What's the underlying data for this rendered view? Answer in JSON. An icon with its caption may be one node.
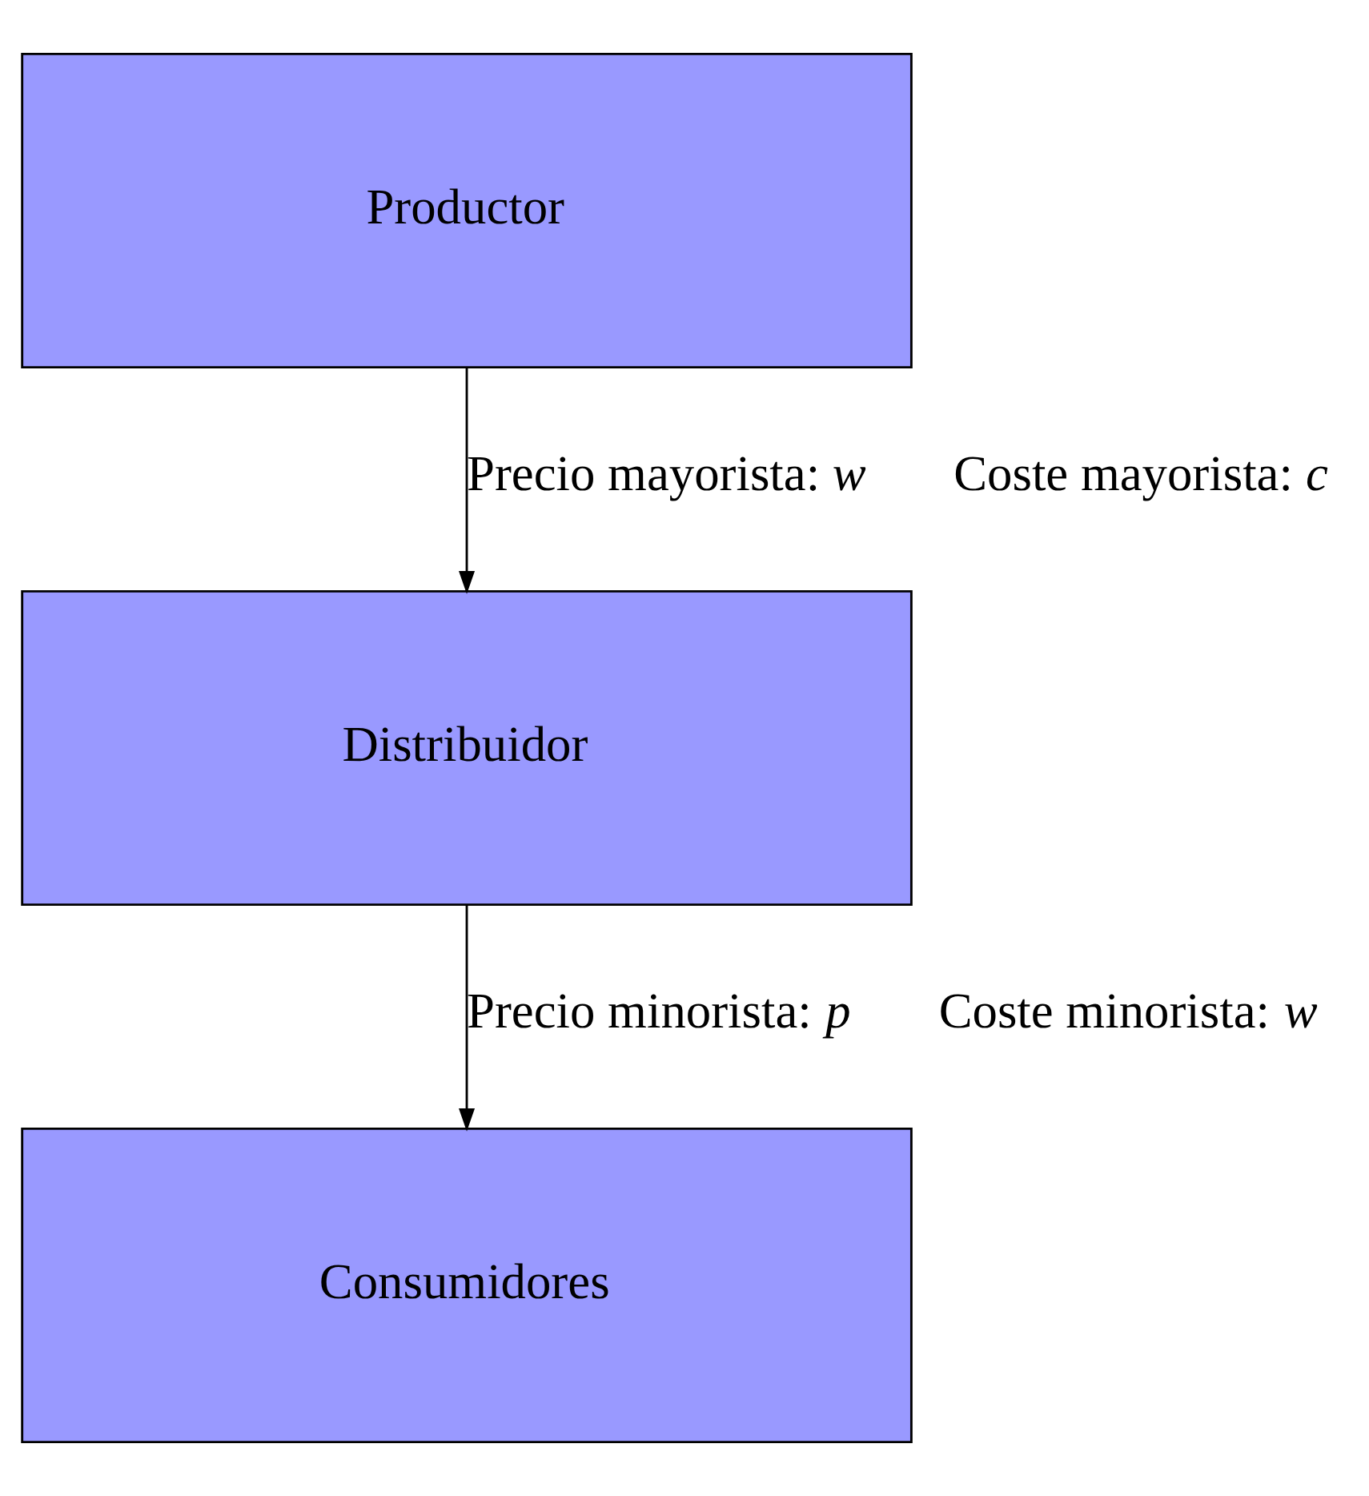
{
  "diagram": {
    "nodes": [
      {
        "text": [
          "Productor"
        ]
      },
      {
        "text": [
          "Distribuidor"
        ]
      },
      {
        "text": [
          "Consumidores"
        ]
      }
    ],
    "edges": [
      {
        "from": 0,
        "to": 1,
        "arrow": "to",
        "label": "Precio mayorista: *w*"
      },
      {
        "from": 1,
        "to": 2,
        "arrow": "to",
        "label": "Precio minorista: *p*"
      }
    ],
    "labels": [
      "Coste mayorista: *c*",
      "Coste minorista: *w*"
    ]
  }
}
